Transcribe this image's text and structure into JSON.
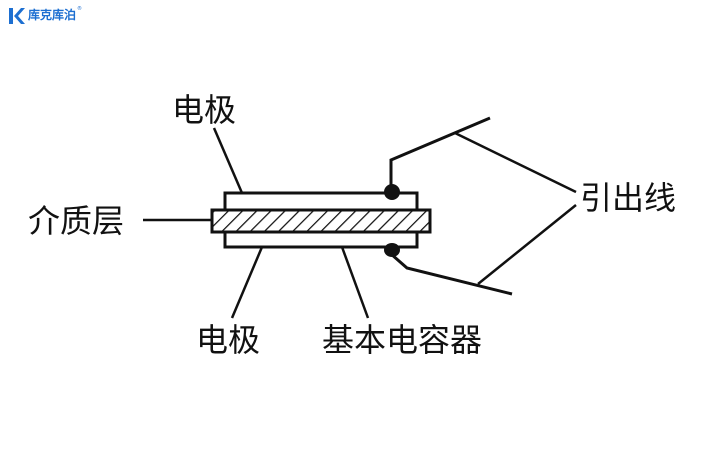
{
  "logo": {
    "text": "库克库泊",
    "registered": "®",
    "brand_color": "#1d6fd1"
  },
  "labels": {
    "electrode_top": "电极",
    "dielectric": "介质层",
    "lead_wire": "引出线",
    "electrode_bottom": "电极",
    "base_capacitor": "基本电容器"
  },
  "colors": {
    "stroke": "#111111",
    "background": "#ffffff"
  }
}
